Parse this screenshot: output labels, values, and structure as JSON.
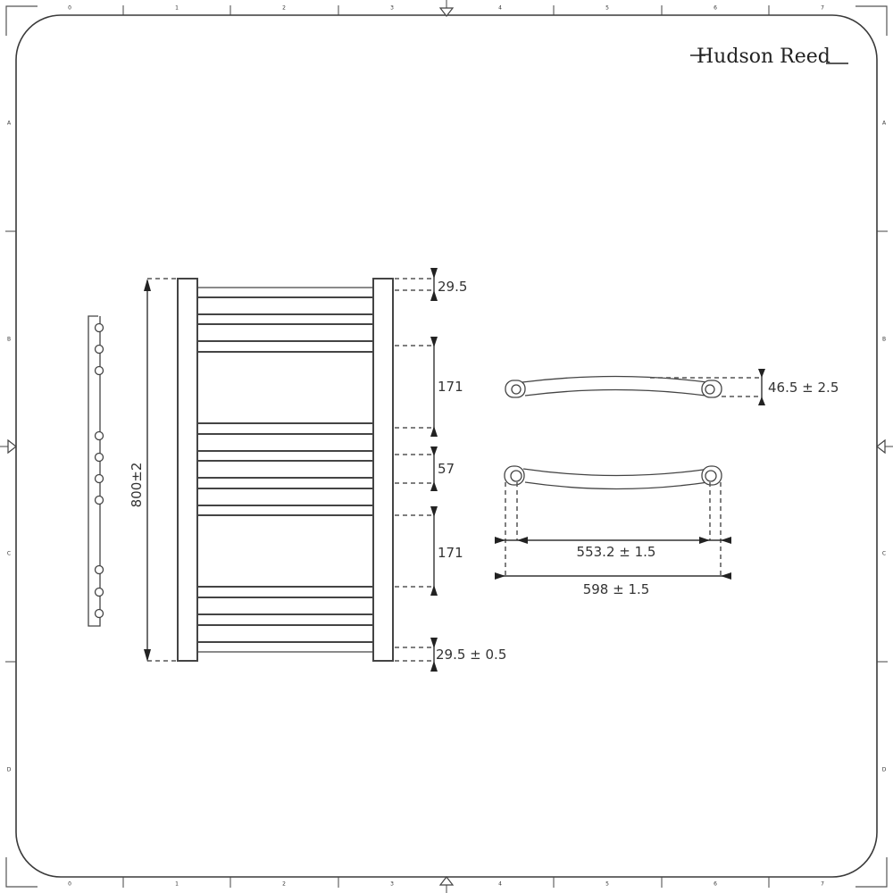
{
  "brand": {
    "logo_text": "Hudson Reed"
  },
  "frame": {
    "top_zone_labels": [
      "0",
      "1",
      "2",
      "3",
      "4",
      "5",
      "6",
      "7"
    ],
    "bottom_zone_labels": [
      "0",
      "1",
      "2",
      "3",
      "4",
      "5",
      "6",
      "7"
    ],
    "left_zone_labels": [
      "A",
      "B",
      "C",
      "D"
    ],
    "right_zone_labels": [
      "A",
      "B",
      "C",
      "D"
    ]
  },
  "front_view": {
    "overall_height": "800±2",
    "top_offset": "29.5",
    "gap_upper": "171",
    "bar_spacing": "57",
    "gap_lower": "171",
    "bottom_offset": "29.5 ± 0.5"
  },
  "top_view": {
    "depth": "46.5 ± 2.5"
  },
  "plan_view": {
    "pipe_centres": "553.2 ± 1.5",
    "overall_width": "598 ± 1.5"
  },
  "colors": {
    "line": "#444444",
    "text": "#333333",
    "background": "#ffffff"
  }
}
